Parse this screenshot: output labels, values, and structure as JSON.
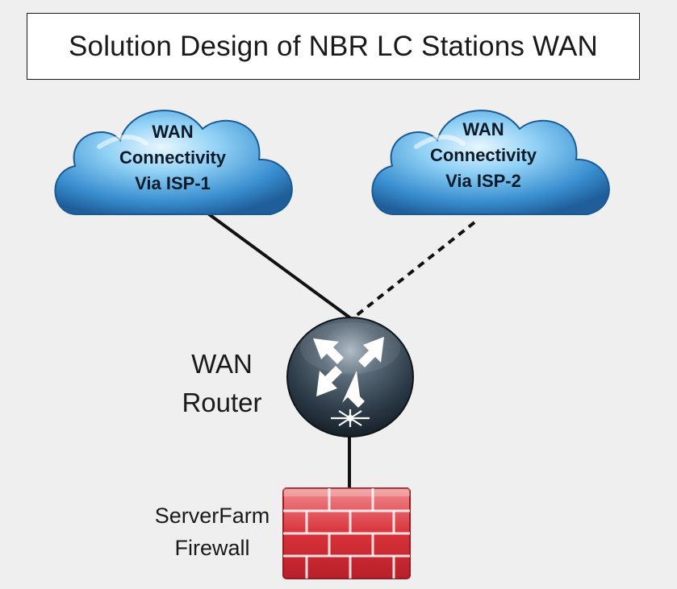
{
  "title": "Solution Design of NBR LC Stations WAN",
  "clouds": [
    {
      "lines": [
        "WAN",
        "Connectivity",
        "Via ISP-1"
      ]
    },
    {
      "lines": [
        "WAN",
        "Connectivity",
        "Via ISP-2"
      ]
    }
  ],
  "router": {
    "lines": [
      "WAN",
      "Router"
    ]
  },
  "firewall": {
    "lines": [
      "ServerFarm",
      "Firewall"
    ]
  },
  "links": [
    {
      "from": "WAN Connectivity Via ISP-1",
      "to": "WAN Router",
      "style": "solid"
    },
    {
      "from": "WAN Connectivity Via ISP-2",
      "to": "WAN Router",
      "style": "dashed"
    },
    {
      "from": "WAN Router",
      "to": "ServerFarm Firewall",
      "style": "solid"
    }
  ],
  "colors": {
    "background": "#efefef",
    "cloud": "#3a8fd0",
    "router": "#2c3a47",
    "firewall": "#d8323a",
    "link": "#111111"
  },
  "icons": {
    "cloud": "cloud-icon",
    "router": "router-icon",
    "firewall": "firewall-icon"
  }
}
